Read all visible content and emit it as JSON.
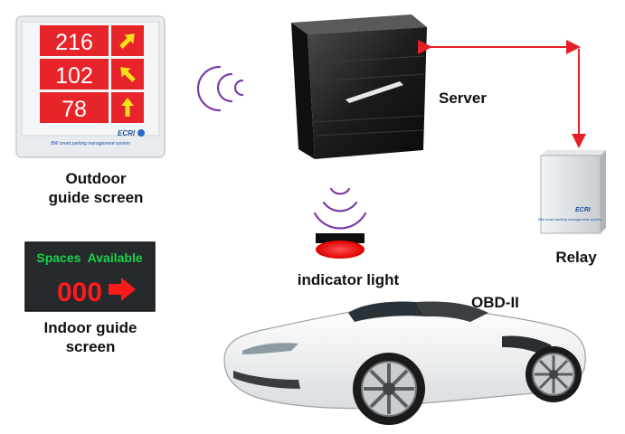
{
  "outdoor_screen": {
    "label_line1": "Outdoor",
    "label_line2": "guide screen",
    "counts": [
      "216",
      "102",
      "78"
    ],
    "brand": "ECRI",
    "caption": "BW smart parking management system"
  },
  "indoor_screen": {
    "label_line1": "Indoor guide",
    "label_line2": "screen",
    "title": "Spaces  Available",
    "count": "000"
  },
  "server": {
    "label": "Server"
  },
  "relay": {
    "label": "Relay",
    "brand": "ECRI",
    "caption": "BW smart parking management system"
  },
  "indicator": {
    "label": "indicator light"
  },
  "car": {
    "label": "OBD-II"
  },
  "colors": {
    "panel_red": "#e8242b",
    "arrow_yellow": "#f7e11a",
    "indoor_green": "#17d34a",
    "indoor_red": "#ff1a1a",
    "wireless_purple": "#7a3aa8",
    "connection_red": "#e61e28"
  }
}
